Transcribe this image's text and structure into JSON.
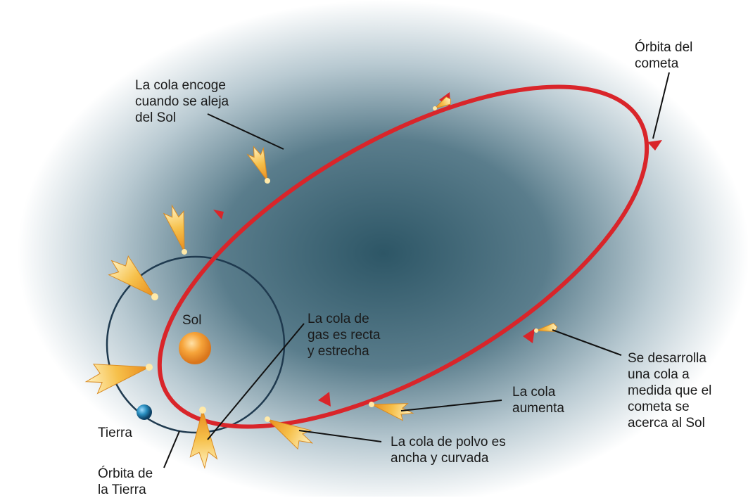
{
  "labels": {
    "orbit_comet": "Órbita del\ncometa",
    "tail_shrinks": "La cola encoge\ncuando se aleja\ndel Sol",
    "sun": "Sol",
    "gas_tail": "La cola de\ngas es recta\ny estrecha",
    "tail_develops": "Se desarrolla\nuna cola a\nmedida que el\ncometa se\nacerca al Sol",
    "tail_grows": "La cola\naumenta",
    "earth": "Tierra",
    "dust_tail": "La cola de polvo es\nancha y curvada",
    "earth_orbit": "Órbita de\nla Tierra"
  },
  "colors": {
    "comet_orbit": "#d9252a",
    "earth_orbit": "#1f3a4f",
    "space_center": "#2e5868",
    "space_edge": "#ffffff",
    "sun": "#f0962a",
    "earth": "#2a8fc0",
    "comet_tail": "#f6c04a"
  },
  "icons": [
    "sun-icon",
    "earth-icon",
    "comet-icon"
  ]
}
